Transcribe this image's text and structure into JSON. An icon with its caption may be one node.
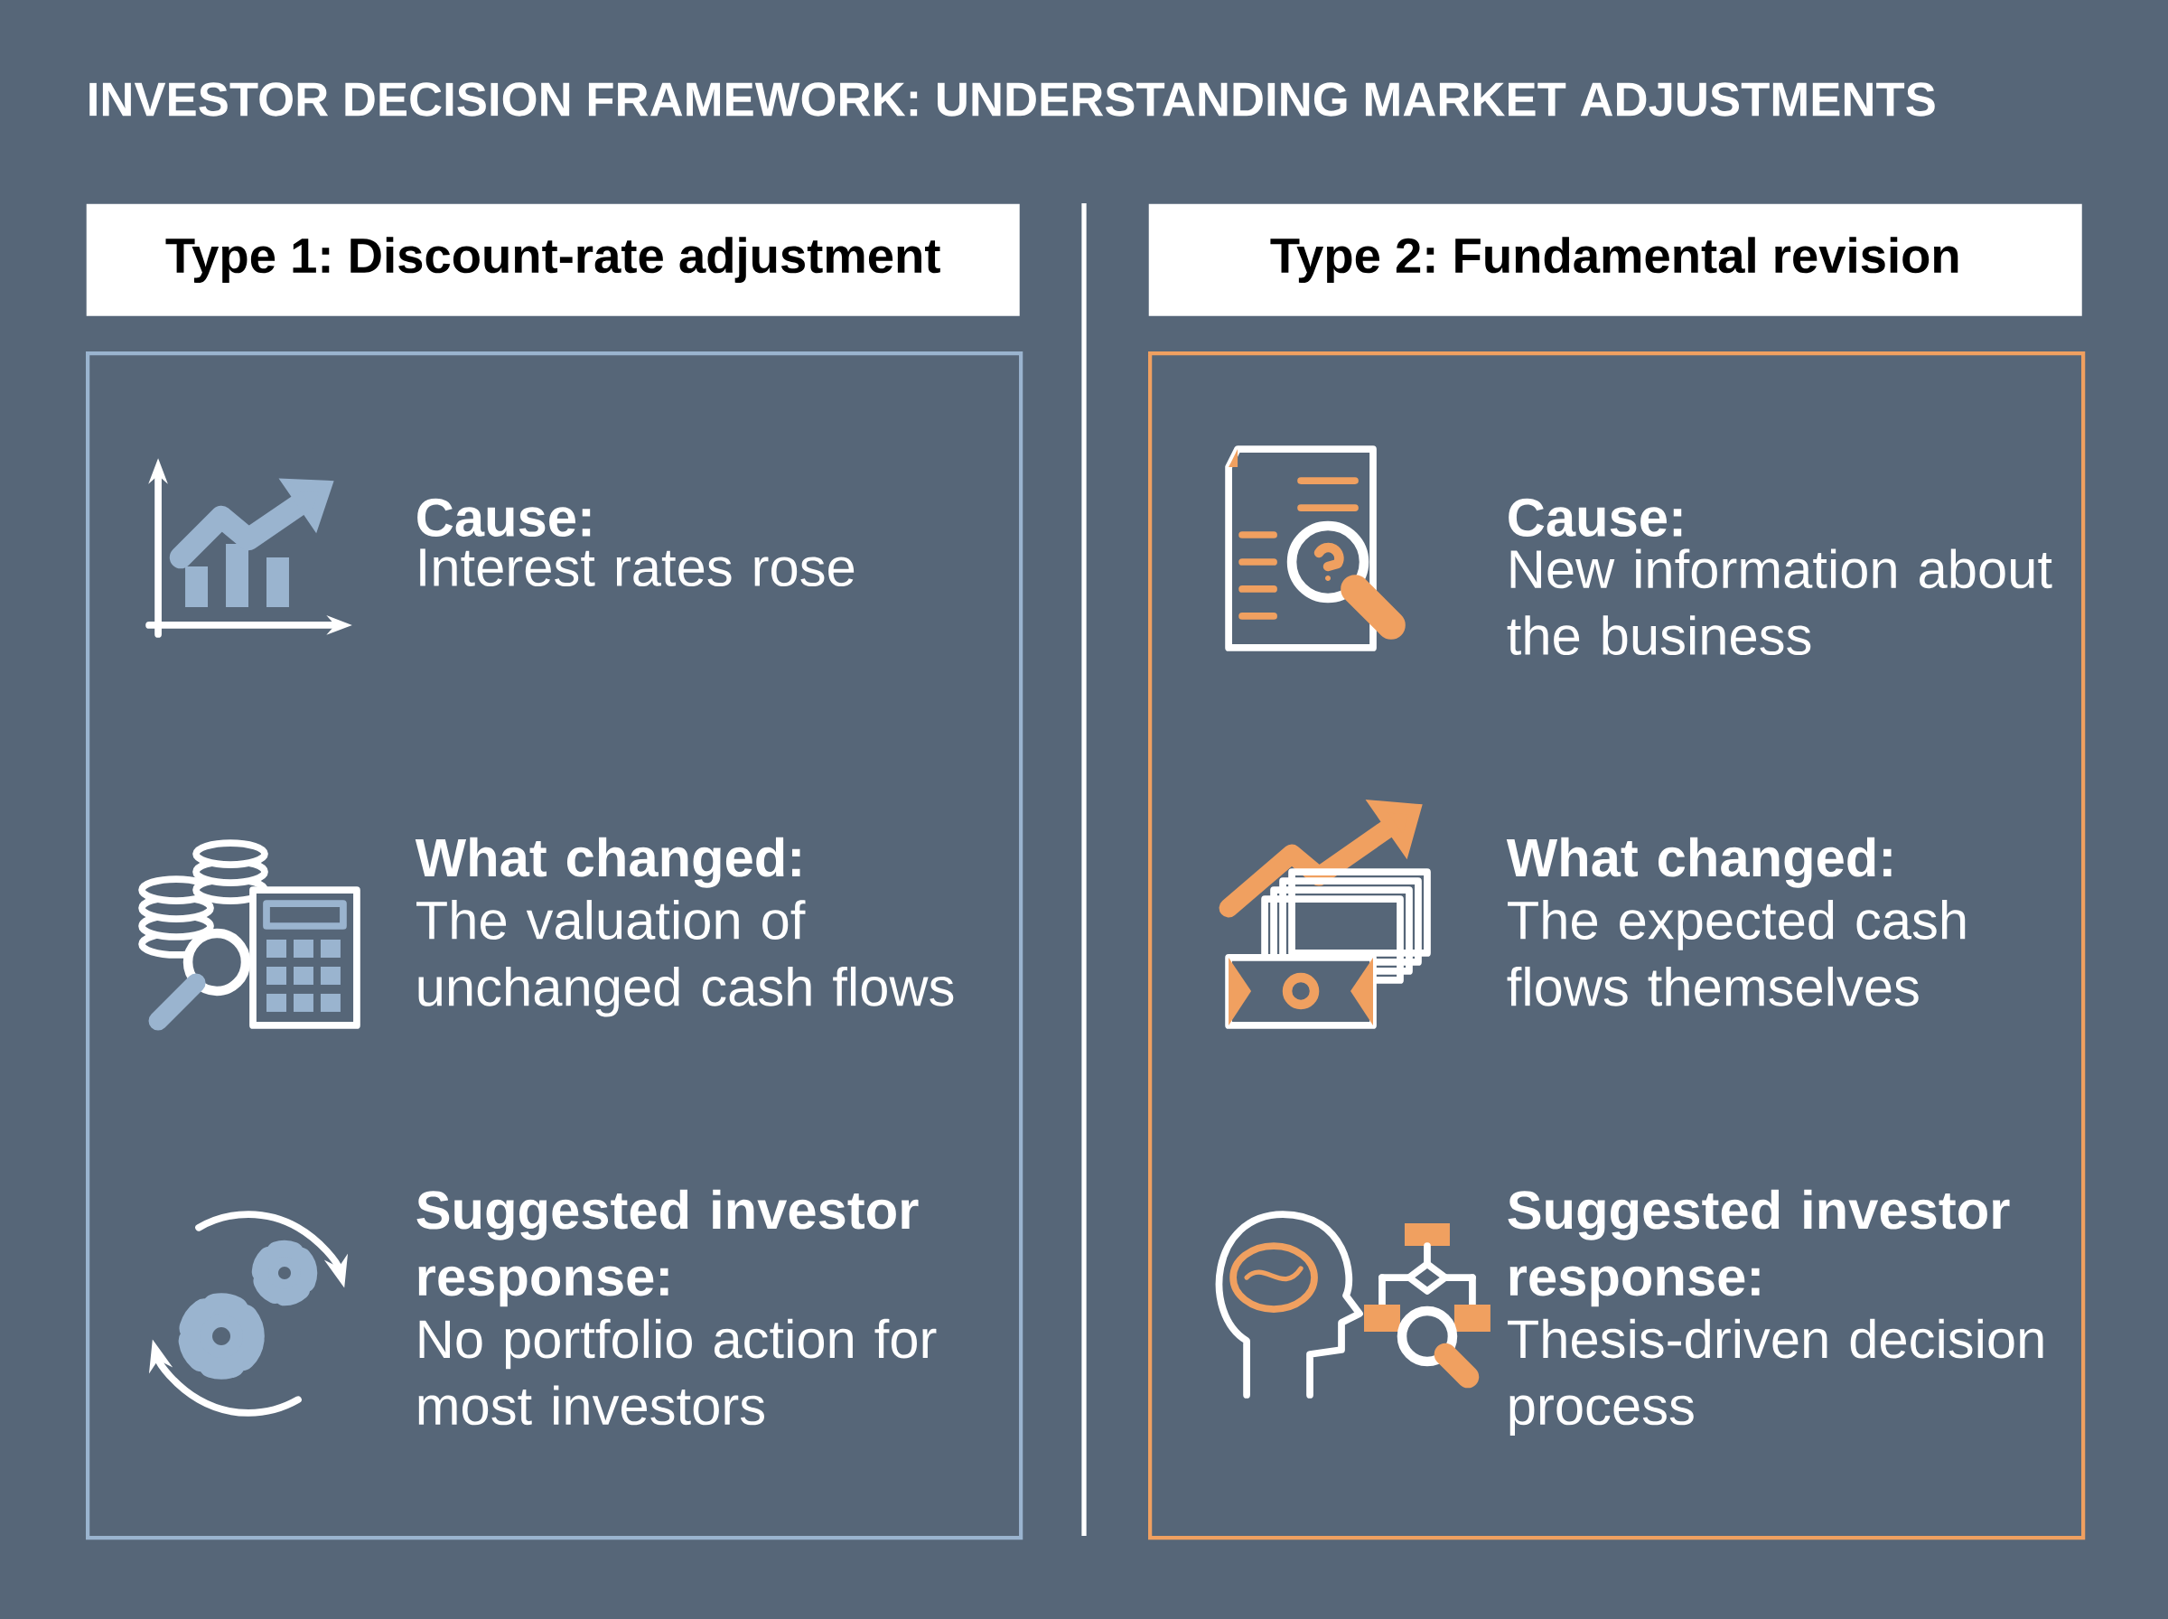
{
  "diagram": {
    "title": "INVESTOR DECISION FRAMEWORK: UNDERSTANDING MARKET ADJUSTMENTS",
    "nodes": [
      {
        "text": [
          "Type 1: Discount-rate adjustment"
        ]
      },
      {
        "text": [
          "Cause:",
          "Interest rates rose",
          "What changed:",
          "The valuation of unchanged cash flows",
          "Suggested investor response:",
          "No portfolio action for most investors"
        ]
      },
      {
        "text": [
          "Type 2: Fundamental revision"
        ]
      },
      {
        "text": [
          "Cause:",
          "New information about the business",
          "What changed:",
          "The expected cash flows themselves",
          "Suggested investor response:",
          "Thesis-driven decision process"
        ]
      }
    ]
  }
}
